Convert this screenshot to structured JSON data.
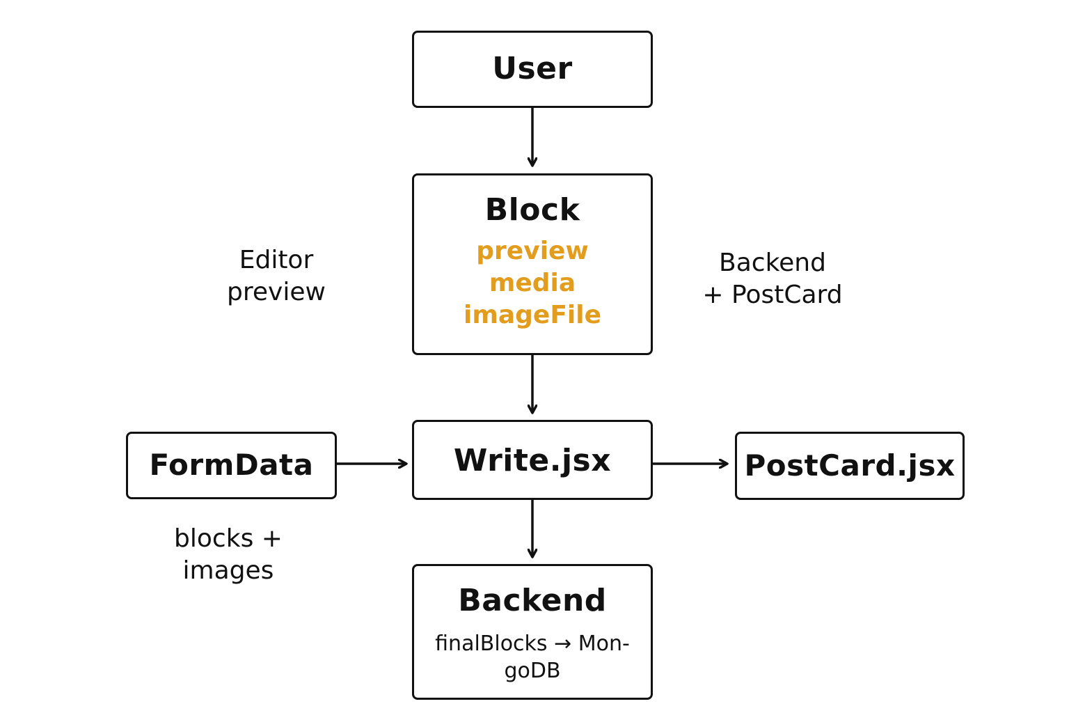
{
  "nodes": {
    "user": {
      "title": "User"
    },
    "block": {
      "title": "Block",
      "fields": [
        "preview",
        "media",
        "imageFile"
      ]
    },
    "write": {
      "title": "Write.jsx"
    },
    "formdata": {
      "title": "FormData"
    },
    "postcard": {
      "title": "PostCard.jsx"
    },
    "backend": {
      "title": "Backend",
      "detail_line1": "finalBlocks → Mon-",
      "detail_line2": "goDB"
    }
  },
  "annotations": {
    "editor_preview": [
      "Editor",
      "preview"
    ],
    "backend_postcard": [
      "Backend",
      "+ PostCard"
    ],
    "blocks_images": [
      "blocks +",
      "images"
    ]
  },
  "colors": {
    "stroke": "#111111",
    "accent": "#e39d1e",
    "background": "#ffffff"
  }
}
